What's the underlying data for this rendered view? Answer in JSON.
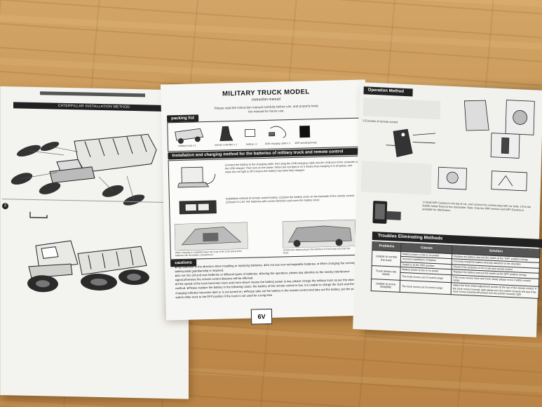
{
  "left_sheet": {
    "caption": "",
    "section_title": "CATERPILLAR INSTALLATION METHOD",
    "step_marker": "2"
  },
  "middle_sheet": {
    "title": "MILITARY TRUCK MODEL",
    "subtitle": "instruction manual",
    "intro": "Please read the instruction manual carefully before use, and properly keep the manual for future use.",
    "sections": {
      "packing": "packing list",
      "installation": "Installation and charging method for the batteries of military truck and remote control",
      "cautions": "cautions"
    },
    "packing_items": [
      "military truck x 1",
      "remote controller x 1",
      "battery x 1",
      "USB charging cable x 1",
      "WiFi aerial(optional)"
    ],
    "charging_text": "Connect the battery to the charging cable, then plug the USB charging cable into the USB port of the computer or the USB charger. Then turn on the power. When the red light is on it means that charging is in progress, and when the red light is off it means the battery has been fully charged.",
    "rc_battery_text": "Installation method of remote control battery: (1)Open the battery cover on the backside of the remote control. (2)Insert 2×1.5V 'AA' batteries with correct direction and cover the battery cover.",
    "voltage": "6V",
    "photo_caption_left": "When charging is completed open the hood of the truck and put the batteries into the battery compartment.",
    "photo_caption_right": "Connect the battery plug to the interface of truck body and close the hood.",
    "cautions_text": [
      "●Pay attention to the direction when installing or replacing batteries. ●Do not use non-rechargeable batteries. ● When charging the rechargeable battery,adult guardianship is required.",
      "●Do not mix old and new batteries or different types of batteries. ●During the operation, please pay attention to the nearby interference signal,otherwise the remote control distance will be affected.",
      "●If the speed of the truck becomes more and more slow,it means the battery power is low, please charge the military truck as per the above method. ●Please replace the battery in the following cases: the battery of the remote control is low, it is unable to charge the truck and the charging indicator becomes dark or is not turned on. ●Please take out the battery in the remote control and take out the battery, put the power switch ofthe truck to the'OFF'position if the truck is not used for a long time"
    ]
  },
  "right_sheet": {
    "operation_title": "Operation Method",
    "function_caption": "3.Function of remote control",
    "troubles_title": "Troubles Eliminating Methods",
    "table": {
      "headers": [
        "Problems",
        "Causes",
        "Solution"
      ],
      "rows": [
        {
          "problem": "Unable to control the truck",
          "cause": "Battery power is low or no power",
          "solution": "Replace the battery and put the switch at the 'OFF' position energy"
        },
        {
          "problem": "",
          "cause": "Incorrect installation of battery",
          "solution": "Correctly install the battery and pay attention to the direction"
        },
        {
          "problem": "",
          "cause": "Switch is at the OFF position",
          "solution": "Check if the switches on the truck and remote control"
        },
        {
          "problem": "Truck moves too slowly",
          "cause": "Battery power is low or no power",
          "solution": "Replace the battery and put the switch at the OFF position energy"
        },
        {
          "problem": "",
          "cause": "The truck moves out of control range",
          "solution": "If the truck moves more and more slowly please move it within control range"
        },
        {
          "problem": "Unable to move straightly",
          "cause": "The truck moves out of control range",
          "solution": "Adjust the front wheel adjustment pointer at the top of the remote control. If the truck moves towards right please turn the pointer towards left and if the truck moves towards left please turn the pointer towards right"
        }
      ]
    },
    "wifi_text": "1.Install WiFi Camera in the top of car, and connect the camera plug with car body. 2.Put the mobile holder fixed on the transmitter. Note: Only the WiFi version and WiFi Camera is available for distribution."
  }
}
